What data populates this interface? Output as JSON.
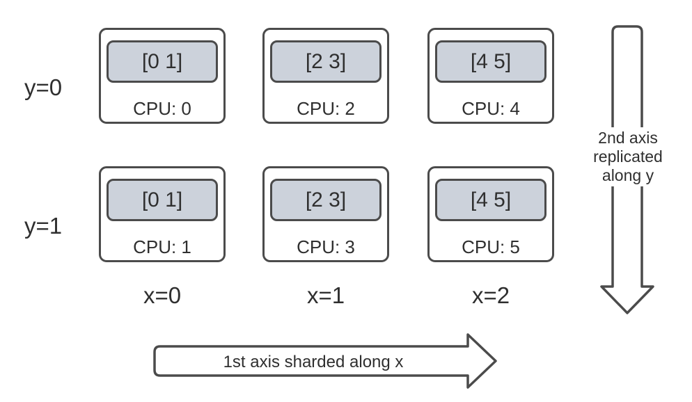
{
  "grid": {
    "row_labels": [
      "y=0",
      "y=1"
    ],
    "col_labels": [
      "x=0",
      "x=1",
      "x=2"
    ],
    "devices": [
      {
        "tensor": "[0 1]",
        "cpu": "CPU: 0"
      },
      {
        "tensor": "[2 3]",
        "cpu": "CPU: 2"
      },
      {
        "tensor": "[4 5]",
        "cpu": "CPU: 4"
      },
      {
        "tensor": "[0 1]",
        "cpu": "CPU: 1"
      },
      {
        "tensor": "[2 3]",
        "cpu": "CPU: 3"
      },
      {
        "tensor": "[4 5]",
        "cpu": "CPU: 5"
      }
    ]
  },
  "annotations": {
    "vertical_arrow_label": "2nd axis\nreplicated\nalong y",
    "horizontal_arrow_label": "1st axis sharded along x"
  },
  "colors": {
    "shard_fill": "#ccd2db",
    "outline": "#4b4b4b",
    "text": "#2f2f2f",
    "background": "#ffffff"
  }
}
